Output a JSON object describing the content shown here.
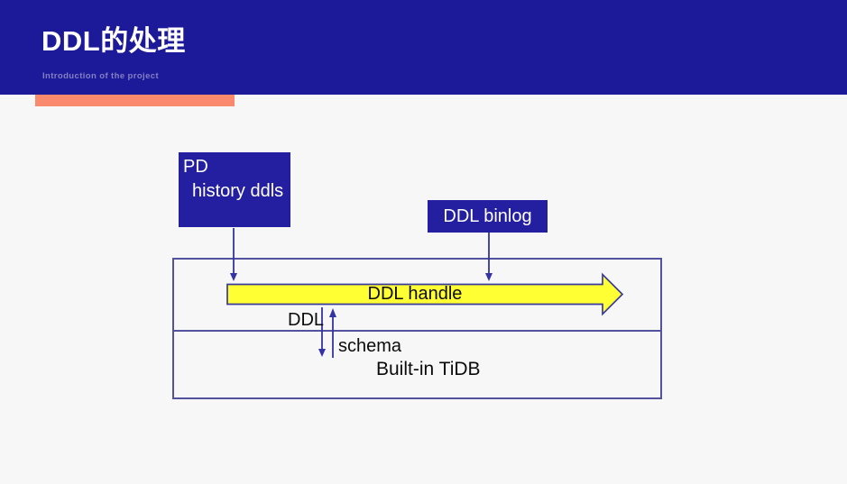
{
  "slide": {
    "title": "DDL的处理",
    "subtitle": "Introduction of the project"
  },
  "diagram": {
    "pd_box": {
      "line1": "PD",
      "line2": "history ddls"
    },
    "binlog_box": {
      "label": "DDL binlog"
    },
    "handle_arrow": {
      "label": "DDL handle"
    },
    "ddl_label": "DDL",
    "schema_label": "schema",
    "tidb_label": "Built-in TiDB"
  },
  "colors": {
    "background": "#f7f7f8",
    "header_bg": "#1d1a9a",
    "accent_bar": "#fa8a6d",
    "box_bg": "#241fa0",
    "box_text": "#ffffff",
    "subtitle_color": "#8280c2",
    "label_color": "#0b0b0b",
    "arrow_fill": "#ffff33",
    "arrow_stroke": "#3a3a9b",
    "connector": "#3333a6",
    "container_border": "#52529e"
  }
}
